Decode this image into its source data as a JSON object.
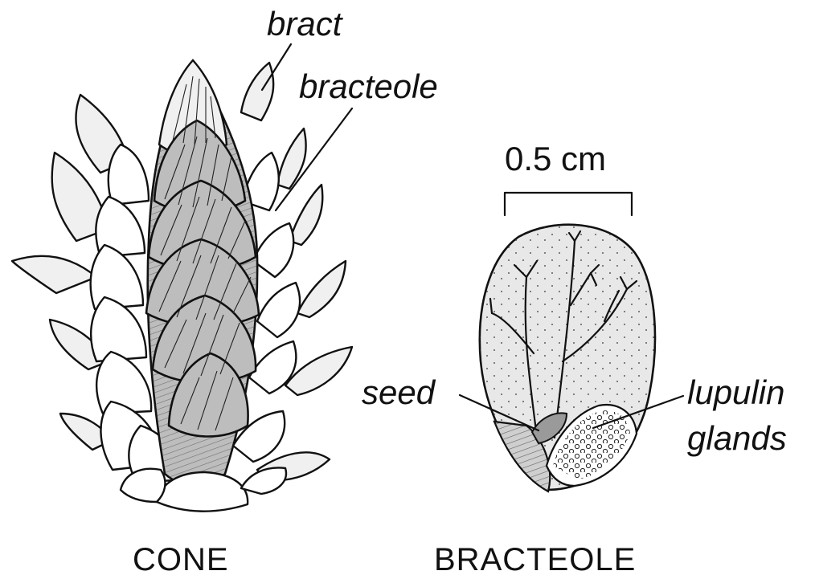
{
  "labels": {
    "bract": "bract",
    "bracteole": "bracteole",
    "scale": "0.5 cm",
    "seed": "seed",
    "lupulin_line1": "lupulin",
    "lupulin_line2": "glands"
  },
  "captions": {
    "cone": "CONE",
    "bracteole": "BRACTEOLE"
  },
  "colors": {
    "ink": "#111111",
    "shade": "#bdbdbd",
    "background": "#ffffff"
  }
}
